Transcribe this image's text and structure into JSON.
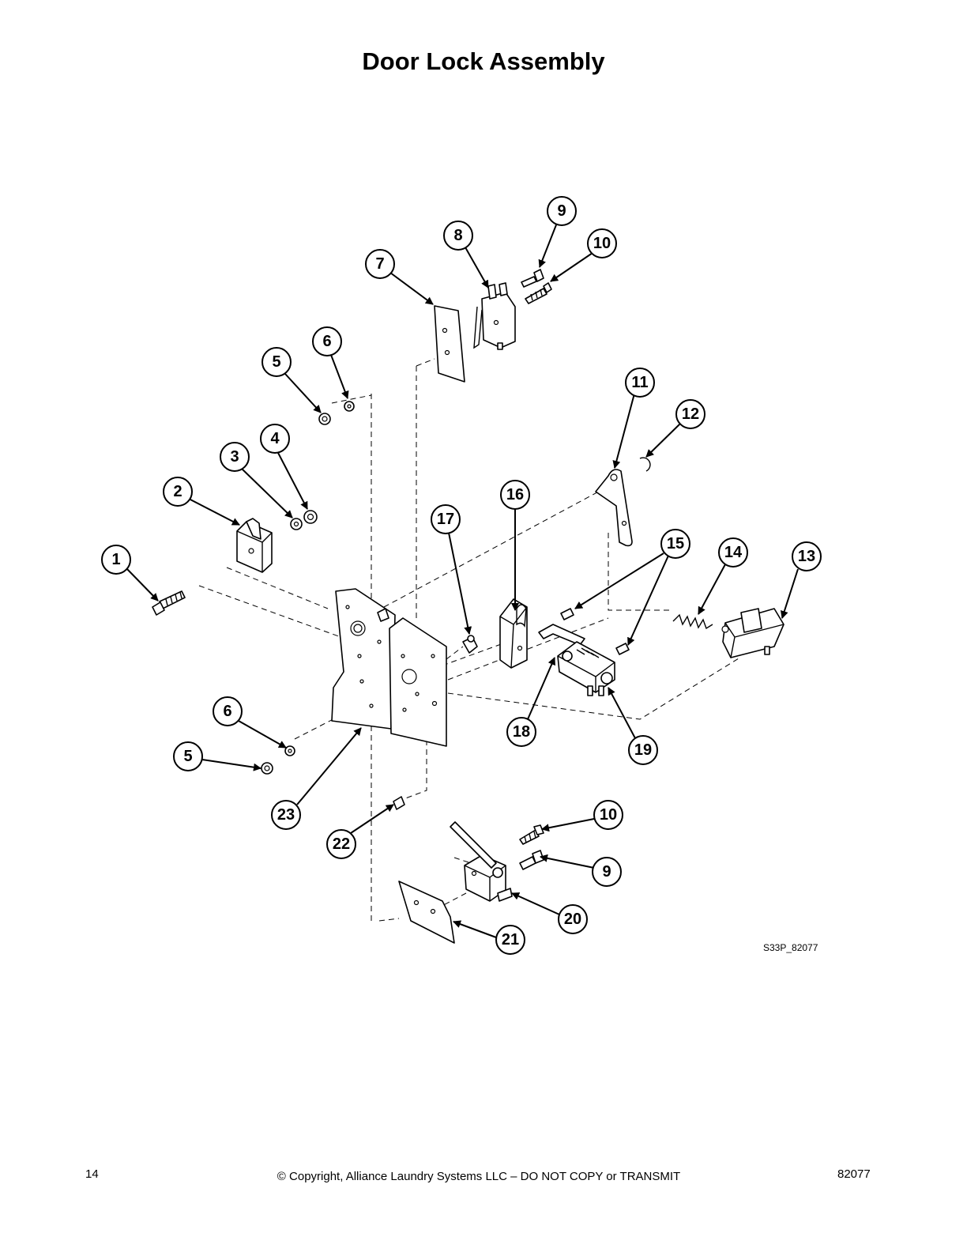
{
  "title": "Door Lock Assembly",
  "drawing_code": "S33P_82077",
  "footer": {
    "page_number": "14",
    "copyright": "© Copyright, Alliance Laundry Systems LLC – DO NOT COPY or TRANSMIT",
    "doc_number": "82077"
  },
  "callouts": [
    "1",
    "2",
    "3",
    "4",
    "5",
    "6",
    "7",
    "8",
    "9",
    "10",
    "11",
    "12",
    "13",
    "14",
    "15",
    "16",
    "17",
    "18",
    "19",
    "20",
    "21",
    "22",
    "23"
  ]
}
